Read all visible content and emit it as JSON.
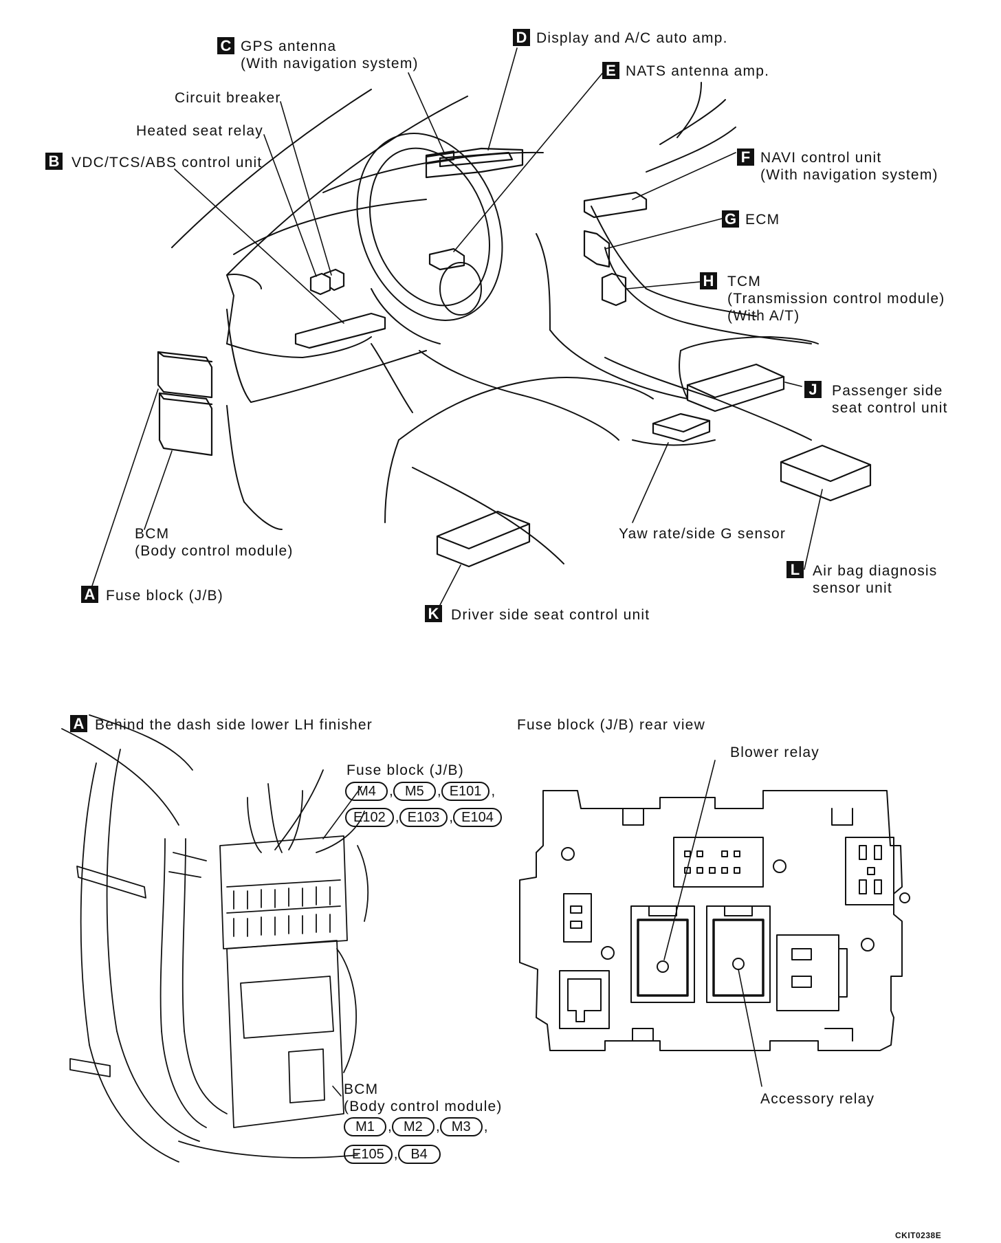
{
  "top_callouts": {
    "A": {
      "key": "A",
      "lines": [
        "Fuse block (J/B)"
      ]
    },
    "B": {
      "key": "B",
      "lines": [
        "VDC/TCS/ABS control unit"
      ]
    },
    "C": {
      "key": "C",
      "lines": [
        "GPS antenna",
        "(With navigation system)"
      ]
    },
    "D": {
      "key": "D",
      "lines": [
        "Display and A/C auto amp."
      ]
    },
    "E": {
      "key": "E",
      "lines": [
        "NATS antenna amp."
      ]
    },
    "F": {
      "key": "F",
      "lines": [
        "NAVI control unit",
        "(With navigation system)"
      ]
    },
    "G": {
      "key": "G",
      "lines": [
        "ECM"
      ]
    },
    "H": {
      "key": "H",
      "lines": [
        "TCM",
        "(Transmission control module)",
        "(With A/T)"
      ]
    },
    "J": {
      "key": "J",
      "lines": [
        "Passenger side",
        "seat control unit"
      ]
    },
    "K": {
      "key": "K",
      "lines": [
        "Driver side seat control unit"
      ]
    },
    "L": {
      "key": "L",
      "lines": [
        "Air bag diagnosis",
        "sensor unit"
      ]
    }
  },
  "plain_labels": {
    "circuit_breaker": "Circuit breaker",
    "heated_seat_relay": "Heated seat relay",
    "bcm_top": [
      "BCM",
      "(Body control module)"
    ],
    "yaw_rate": "Yaw rate/side G sensor"
  },
  "detail_left": {
    "key": "A",
    "title": "Behind the dash side lower LH finisher",
    "fuse_block_label": "Fuse block (J/B)",
    "fuse_block_connectors": [
      [
        "M4",
        "M5",
        "E101"
      ],
      [
        "E102",
        "E103",
        "E104"
      ]
    ],
    "bcm_label": [
      "BCM",
      "(Body control module)"
    ],
    "bcm_connectors": [
      [
        "M1",
        "M2",
        "M3"
      ],
      [
        "E105",
        "B4"
      ]
    ]
  },
  "detail_right": {
    "title": "Fuse block (J/B) rear view",
    "blower_relay": "Blower relay",
    "accessory_relay": "Accessory relay"
  },
  "figure_code": "CKIT0238E"
}
